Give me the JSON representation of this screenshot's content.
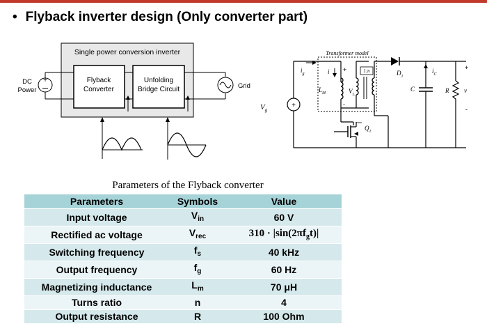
{
  "title": "Flyback inverter design (Only converter part)",
  "bullet": "•",
  "colors": {
    "top_bar": "#c0392b",
    "header_row": "#a6d3d8",
    "row_odd": "#d5e9ec",
    "row_even": "#ebf4f6"
  },
  "block_diagram": {
    "outer_label": "Single power conversion inverter",
    "dc_source_label": "DC Power",
    "flyback_label": "Flyback Converter",
    "unfolding_label": "Unfolding Bridge Circuit",
    "grid_label": "Grid"
  },
  "circuit": {
    "transformer_label": "Transformer model",
    "turns_label": "1:n",
    "vg": "V",
    "vg_sub": "g",
    "ig": "i",
    "ig_sub": "g",
    "i_label": "i",
    "plus": "+",
    "minus": "-",
    "lm": "L",
    "lm_sub": "M",
    "vl": "V",
    "vl_sub": "L",
    "diode": "D",
    "diode_sub": "1",
    "ic": "i",
    "ic_sub": "C",
    "cap": "C",
    "res": "R",
    "vout": "v",
    "switch": "Q",
    "switch_sub": "1"
  },
  "table": {
    "caption": "Parameters of the Flyback converter",
    "headers": [
      "Parameters",
      "Symbols",
      "Value"
    ],
    "rows": [
      {
        "param": "Input voltage",
        "sym": "V",
        "sym_sub": "in",
        "value": "60 V"
      },
      {
        "param": "Rectified ac voltage",
        "sym": "V",
        "sym_sub": "rec",
        "value": "310 · |sin(2πf"
      },
      {
        "param": "Switching frequency",
        "sym": "f",
        "sym_sub": "s",
        "value": "40 kHz"
      },
      {
        "param": "Output frequency",
        "sym": "f",
        "sym_sub": "g",
        "value": "60 Hz"
      },
      {
        "param": "Magnetizing inductance",
        "sym": "L",
        "sym_sub": "m",
        "value": "70 μH"
      },
      {
        "param": "Turns ratio",
        "sym": "n",
        "sym_sub": "",
        "value": "4"
      },
      {
        "param": "Output resistance",
        "sym": "R",
        "sym_sub": "",
        "value": "100 Ohm"
      }
    ],
    "formula_sub": "g",
    "formula_tail": "t)|"
  }
}
